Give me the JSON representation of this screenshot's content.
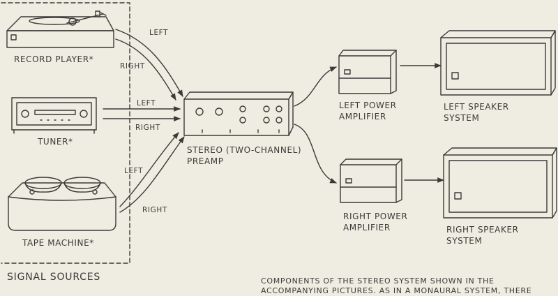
{
  "sources": {
    "record_player": "RECORD PLAYER*",
    "tuner": "TUNER*",
    "tape_machine": "TAPE MACHINE*",
    "group_label": "SIGNAL SOURCES"
  },
  "signals": {
    "left": "LEFT",
    "right": "RIGHT"
  },
  "preamp": {
    "line1": "STEREO (TWO-CHANNEL)",
    "line2": "PREAMP"
  },
  "left_amp": {
    "line1": "LEFT POWER",
    "line2": "AMPLIFIER"
  },
  "right_amp": {
    "line1": "RIGHT POWER",
    "line2": "AMPLIFIER"
  },
  "left_speaker": {
    "line1": "LEFT SPEAKER",
    "line2": "SYSTEM"
  },
  "right_speaker": {
    "line1": "RIGHT SPEAKER",
    "line2": "SYSTEM"
  },
  "caption": {
    "line1": "COMPONENTS OF THE STEREO SYSTEM SHOWN IN THE",
    "line2": "ACCOMPANYING PICTURES. AS IN A MONAURAL SYSTEM, THERE"
  },
  "colors": {
    "ink": "#3b3a37",
    "paper": "#efece2"
  }
}
